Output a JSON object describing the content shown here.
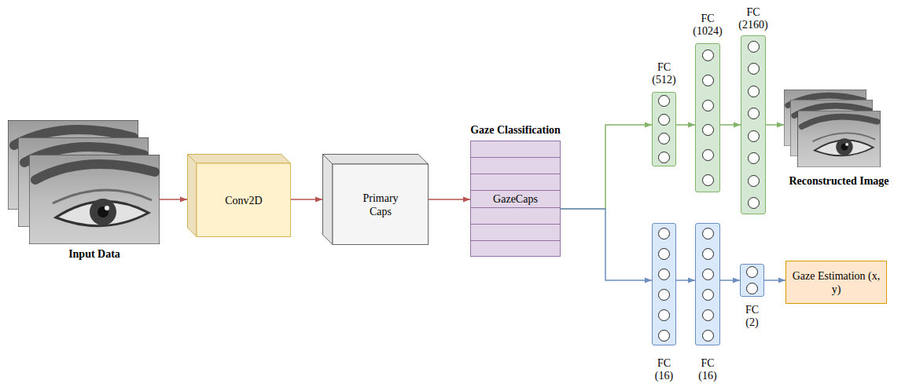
{
  "diagram": {
    "nodes": [
      {
        "text": [
          "Input Data"
        ]
      },
      {
        "text": [
          "Conv2D"
        ]
      },
      {
        "text": [
          "Primary Caps"
        ]
      },
      {
        "text": [
          "Gaze Classification",
          "GazeCaps"
        ]
      },
      {
        "text": [
          "FC (512)"
        ]
      },
      {
        "text": [
          "FC (1024)"
        ]
      },
      {
        "text": [
          "FC (2160)"
        ]
      },
      {
        "text": [
          "Reconstructed Image"
        ]
      },
      {
        "text": [
          "FC (16)"
        ]
      },
      {
        "text": [
          "FC (16)"
        ]
      },
      {
        "text": [
          "FC (2)"
        ]
      },
      {
        "text": [
          "Gaze Estimation (x, y)"
        ]
      }
    ],
    "edges": [
      {
        "from": 0,
        "to": 1,
        "arrow": "to"
      },
      {
        "from": 1,
        "to": 2,
        "arrow": "to"
      },
      {
        "from": 2,
        "to": 3,
        "arrow": "to"
      },
      {
        "from": 3,
        "to": 4,
        "arrow": "to"
      },
      {
        "from": 4,
        "to": 5,
        "arrow": "to"
      },
      {
        "from": 5,
        "to": 6,
        "arrow": "to"
      },
      {
        "from": 6,
        "to": 7,
        "arrow": "to"
      },
      {
        "from": 3,
        "to": 8,
        "arrow": "to"
      },
      {
        "from": 8,
        "to": 9,
        "arrow": "to"
      },
      {
        "from": 9,
        "to": 10,
        "arrow": "to"
      },
      {
        "from": 10,
        "to": 11,
        "arrow": "to"
      }
    ]
  }
}
